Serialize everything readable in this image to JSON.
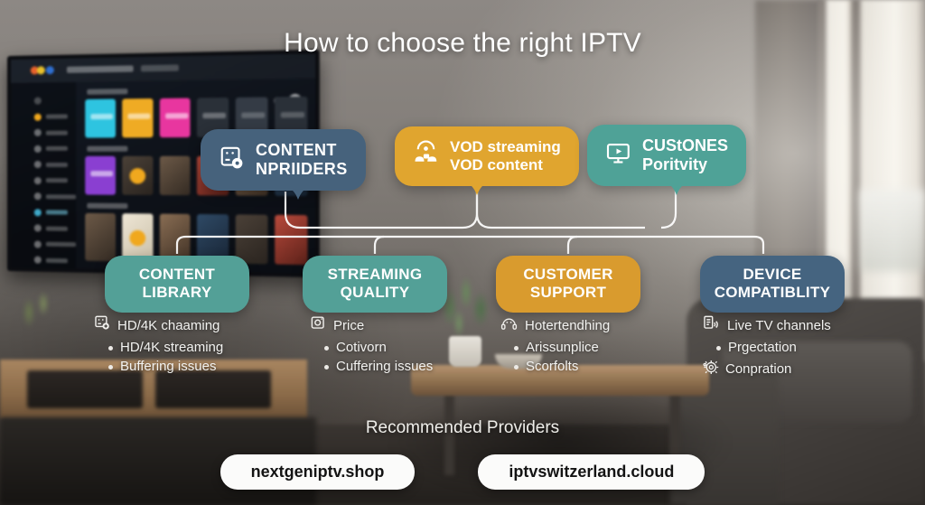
{
  "title": "How  to choose the right IPTV",
  "top_pills": [
    {
      "id": "providers",
      "line1": "CONTENT",
      "line2": "NPRIIDERS",
      "color": "#46627c",
      "icon": "content-providers-icon"
    },
    {
      "id": "vod",
      "line1": "VOD streaming",
      "line2": "VOD content",
      "color": "#e0a52f",
      "icon": "vod-users-icon"
    },
    {
      "id": "custones",
      "line1": "CUStONES",
      "line2": "Poritvity",
      "color": "#4fa297",
      "icon": "monitor-play-icon"
    }
  ],
  "categories": [
    {
      "id": "library",
      "line1": "CONTENT",
      "line2": "LIBRARY",
      "color": "#53a097"
    },
    {
      "id": "streaming",
      "line1": "STREAMING",
      "line2": "QUALITY",
      "color": "#53a097"
    },
    {
      "id": "support",
      "line1": "CUSTOMER",
      "line2": "SUPPORT",
      "color": "#d99b2e"
    },
    {
      "id": "device",
      "line1": "DEVICE",
      "line2": "COMPATIBLITY",
      "color": "#456480"
    }
  ],
  "columns": [
    {
      "id": "col1",
      "head_icon": "image-plus-icon",
      "head": "HD/4K chaaming",
      "bullets": [
        "HD/4K streaming",
        "Buffering issues"
      ],
      "tail_icon": null,
      "tail": null
    },
    {
      "id": "col2",
      "head_icon": "camera-icon",
      "head": "Price",
      "bullets": [
        "Cotivorn",
        "Cuffering issues"
      ],
      "tail_icon": null,
      "tail": null
    },
    {
      "id": "col3",
      "head_icon": "headset-icon",
      "head": "Hotertendhing",
      "bullets": [
        "Arissunplice",
        "Scorfolts"
      ],
      "tail_icon": null,
      "tail": null
    },
    {
      "id": "col4",
      "head_icon": "list-wifi-icon",
      "head": "Live TV channels",
      "bullets": [
        "Prgectation"
      ],
      "tail_icon": "gear-settings-icon",
      "tail": "Conpration"
    }
  ],
  "recommended": {
    "title": "Recommended Providers",
    "providers": [
      "nextgeniptv.shop",
      "iptvswitzerland.cloud"
    ]
  },
  "palette": {
    "teal": "#53a097",
    "amber": "#d99b2e",
    "slate": "#456480",
    "white": "#ffffff"
  }
}
